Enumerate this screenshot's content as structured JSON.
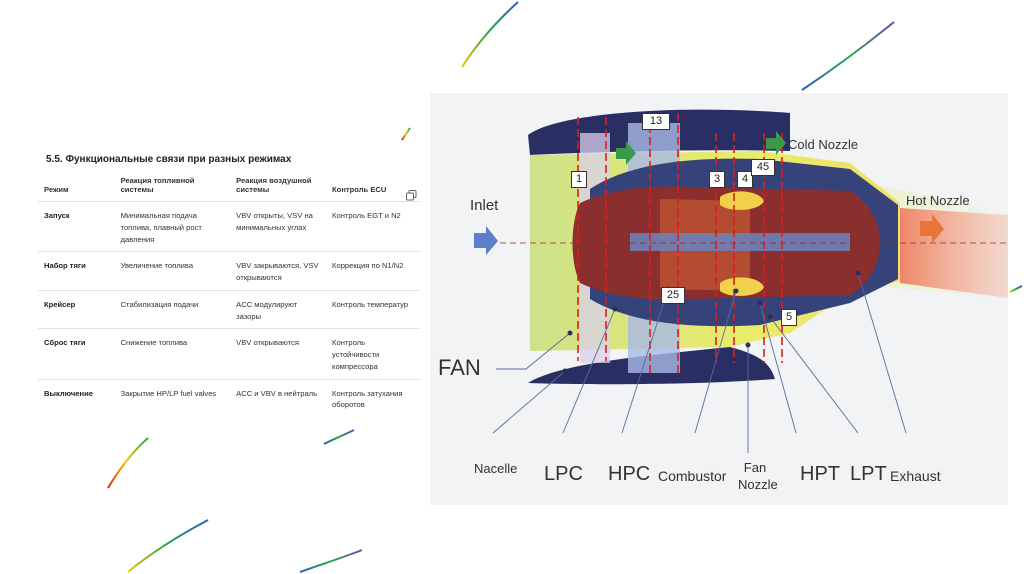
{
  "section_title": "5.5. Функциональные связи при разных режимах",
  "table": {
    "headers": [
      "Режим",
      "Реакция топливной системы",
      "Реакция воздушной системы",
      "Контроль ECU"
    ],
    "rows": [
      {
        "mode": "Запуск",
        "fuel": "Минимальная подача топлива, плавный рост давления",
        "air": "VBV открыты, VSV на минимальных углах",
        "ecu": "Контроль EGT и N2"
      },
      {
        "mode": "Набор тяги",
        "fuel": "Увеличение топлива",
        "air": "VBV закрываются, VSV открываются",
        "ecu": "Коррекция по N1/N2"
      },
      {
        "mode": "Крейсер",
        "fuel": "Стабилизация подачи",
        "air": "ACC модулируют зазоры",
        "ecu": "Контроль температур"
      },
      {
        "mode": "Сброс тяги",
        "fuel": "Снижение топлива",
        "air": "VBV открываются",
        "ecu": "Контроль устойчивости компрессора"
      },
      {
        "mode": "Выключение",
        "fuel": "Закрытие HP/LP fuel valves",
        "air": "ACC и VBV в нейтраль",
        "ecu": "Контроль затухания оборотов"
      }
    ],
    "copy_icon": "copy-icon"
  },
  "diagram": {
    "stations": [
      "1",
      "13",
      "3",
      "4",
      "45",
      "25",
      "5"
    ],
    "flow_labels": {
      "inlet": "Inlet",
      "cold_nozzle": "Cold Nozzle",
      "hot_nozzle": "Hot Nozzle"
    },
    "fan_label": "FAN",
    "components": [
      "Nacelle",
      "LPC",
      "HPC",
      "Combustor",
      "Fan Nozzle",
      "HPT",
      "LPT",
      "Exhaust"
    ],
    "colors": {
      "inlet_arrow": "#5b7fc8",
      "cold_arrow": "#3a9a4a",
      "hot_arrow": "#e8743a",
      "core": "#8a2e2e",
      "nacelle": "#2a2f63",
      "bypass": "#e6ec6a"
    }
  }
}
